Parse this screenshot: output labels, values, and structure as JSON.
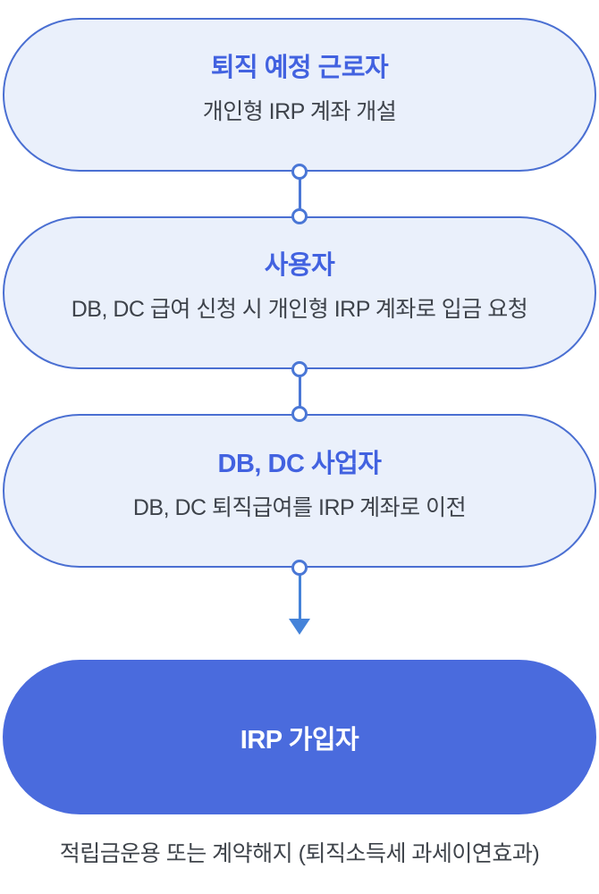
{
  "flow": {
    "steps": [
      {
        "title": "퇴직 예정 근로자",
        "description": "개인형 IRP 계좌 개설"
      },
      {
        "title": "사용자",
        "description": "DB, DC 급여 신청 시 개인형 IRP 계좌로 입금 요청"
      },
      {
        "title": "DB, DC 사업자",
        "description": "DB, DC 퇴직급여를 IRP 계좌로 이전"
      }
    ],
    "result": {
      "title": "IRP 가입자"
    },
    "caption": "적립금운용 또는 계약해지 (퇴직소득세 과세이연효과)"
  },
  "colors": {
    "background": "#FFFFFF",
    "step_box_fill": "#EAF0FB",
    "step_box_border": "#4A6FD2",
    "step_title_blue": "#4262E0",
    "step_desc_gray": "#3E434B",
    "connector_blue": "#4A77D6",
    "arrow_blue": "#4583D9",
    "result_box_fill": "#4A6BDD",
    "result_text": "#FFFFFF",
    "caption_gray": "#3F444B"
  }
}
